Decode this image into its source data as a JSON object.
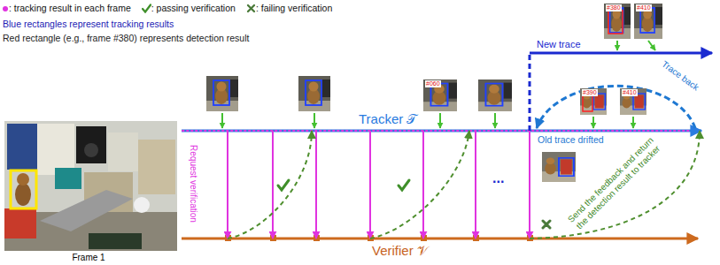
{
  "diagram": {
    "nodes": [
      {
        "text": [
          "Tracker 𝒯"
        ]
      },
      {
        "text": [
          "Verifier 𝒱"
        ]
      }
    ],
    "edges": [
      {
        "from": 0,
        "to": 1,
        "arrow": "to"
      },
      {
        "from": 0,
        "to": 1,
        "arrow": "to"
      },
      {
        "from": 0,
        "to": 1,
        "arrow": "to"
      },
      {
        "from": 0,
        "to": 1,
        "arrow": "to"
      },
      {
        "from": 0,
        "to": 1,
        "arrow": "to"
      },
      {
        "from": 0,
        "to": 1,
        "arrow": "to"
      },
      {
        "from": 0,
        "to": 1,
        "arrow": "to"
      },
      {
        "from": 1,
        "to": 0,
        "arrow": "to"
      },
      {
        "from": 1,
        "to": 0,
        "arrow": "to"
      },
      {
        "from": 1,
        "to": 0,
        "arrow": "to",
        "label": "Send the feedback and return the detection result to tracker"
      }
    ],
    "labels": [
      "Blue rectangles represent tracking results",
      "Red rectangle (e.g., frame #380) represents detection result",
      "#380",
      "#410",
      "New trace",
      "Trace back",
      "#390",
      "#410",
      "#060",
      "Old trace drifted",
      "Request verification",
      "...",
      "Frame 1"
    ],
    "legend": [
      {
        "text": ": tracking result in each frame",
        "color": "#e033e0"
      },
      {
        "text": ": passing verification"
      },
      {
        "text": ": failing verification"
      }
    ]
  }
}
